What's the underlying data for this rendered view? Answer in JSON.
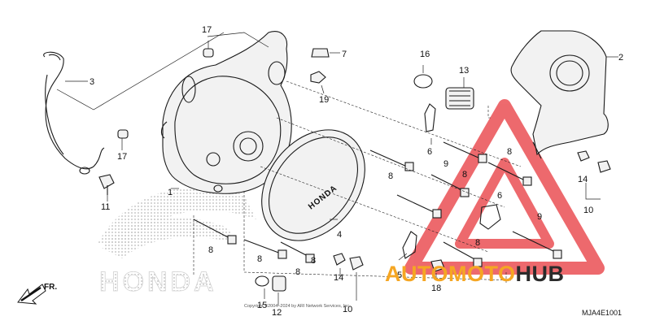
{
  "labels": {
    "p1": "1",
    "p2": "2",
    "p3": "3",
    "p4": "4",
    "p5": "5",
    "p6a": "6",
    "p6b": "6",
    "p7": "7",
    "p8a": "8",
    "p8b": "8",
    "p8c": "8",
    "p8d": "8",
    "p8e": "8",
    "p8f": "8",
    "p8g": "8",
    "p8h": "8",
    "p9a": "9",
    "p9b": "9",
    "p10a": "10",
    "p10b": "10",
    "p11": "11",
    "p12": "12",
    "p13": "13",
    "p14a": "14",
    "p14b": "14",
    "p15": "15",
    "p16": "16",
    "p17a": "17",
    "p17b": "17",
    "p18": "18",
    "p19": "19"
  },
  "cover_brand": "HONDA",
  "background_brand": "HONDA",
  "direction_label": "FR.",
  "copyright": "Copyright ©2004–2024 by ARI Network Services, Inc.",
  "diagram_code": "MJA4E1001",
  "watermark": {
    "auto": "AUTO",
    "moto": "MOTO",
    "hub": "HUB"
  },
  "colors": {
    "watermark_red": "#e8383d",
    "watermark_orange": "#f5a623",
    "watermark_dark": "#2b2b2b"
  }
}
